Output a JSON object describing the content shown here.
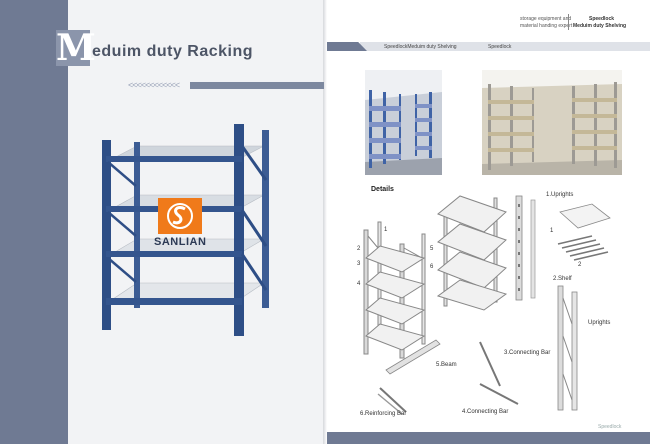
{
  "title": {
    "initial": "M",
    "rest": "eduim duty Racking"
  },
  "decor": {
    "chevrons": "<<<<<<<<<<<<"
  },
  "header": {
    "tagline_line1": "storage equipment and",
    "tagline_line2": "material handing expert",
    "brand_line1": "Speedlock",
    "brand_line2": "Meduim duty Shelving"
  },
  "nav": {
    "item1": "SpeedlockMeduim duty Shelving",
    "item2": "Speedlock"
  },
  "logo": {
    "text": "SANLIAN",
    "color": "#f07a1a"
  },
  "details": {
    "heading": "Details",
    "parts": [
      "1.Uprights",
      "2.Shelf",
      "Uprights",
      "3.Connecting Bar",
      "5.Beam",
      "6.Reinforcing Bar",
      "4.Connecting Bar"
    ],
    "callouts": [
      "1",
      "2",
      "3",
      "4",
      "5",
      "6",
      "1",
      "2"
    ]
  },
  "footer": {
    "brand": "Speedlock"
  },
  "colors": {
    "frame": "#2e4e86",
    "accent": "#6f7a93",
    "brand_orange": "#f07a1a"
  }
}
